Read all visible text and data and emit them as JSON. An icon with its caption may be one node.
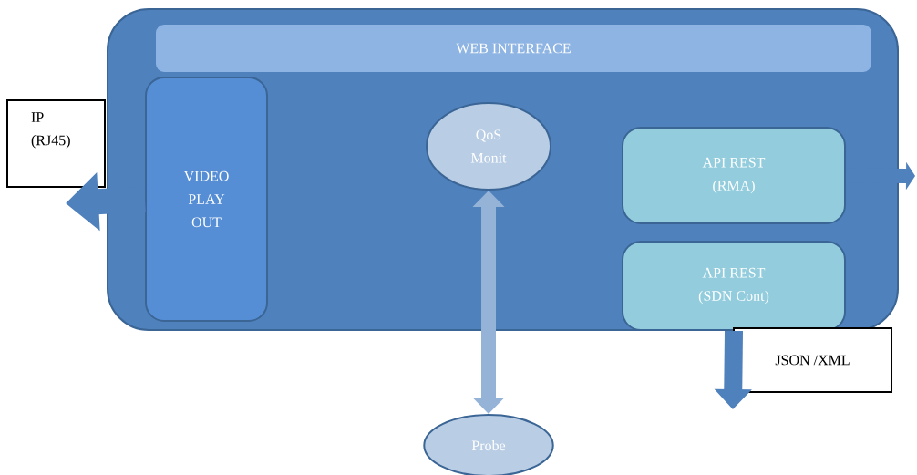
{
  "diagram": {
    "nodes": [
      {
        "text": [],
        "shape": "box"
      },
      {
        "text": [
          "WEB INTERFACE"
        ],
        "in": 0
      },
      {
        "text": [
          "VIDEO PLAY OUT"
        ],
        "in": 0
      },
      {
        "text": [
          "QoS Monit"
        ],
        "in": 0
      },
      {
        "text": [
          "API REST (RMA)"
        ],
        "in": 0
      },
      {
        "text": [
          "API REST (SDN Cont)"
        ],
        "in": 0
      },
      {
        "text": [
          "IP (RJ45)"
        ]
      },
      {
        "text": [
          "Probe"
        ]
      },
      {
        "text": [
          "JSON /XML"
        ]
      }
    ],
    "edges": [
      {
        "from": 2,
        "to": 6,
        "arrow": "to"
      },
      {
        "from": 3,
        "to": 7,
        "arrow": "both"
      },
      {
        "from": 4,
        "to": null,
        "arrow": "to"
      },
      {
        "from": 5,
        "to": 8,
        "arrow": "to"
      }
    ]
  }
}
